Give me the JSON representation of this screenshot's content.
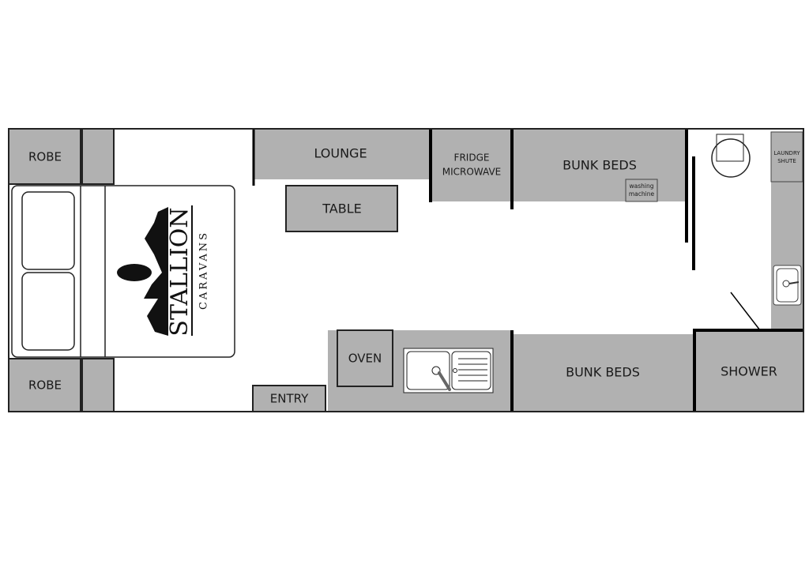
{
  "rooms": {
    "robe_top": "ROBE",
    "robe_bottom": "ROBE",
    "lounge": "LOUNGE",
    "table": "TABLE",
    "fridge_line1": "FRIDGE",
    "fridge_line2": "MICROWAVE",
    "bunk_beds_top": "BUNK BEDS",
    "washing_line1": "washing",
    "washing_line2": "machine",
    "laundry_line1": "LAUNDRY",
    "laundry_line2": "SHUTE",
    "oven": "OVEN",
    "entry": "ENTRY",
    "bunk_beds_bottom": "BUNK BEDS",
    "shower": "SHOWER"
  },
  "logo": {
    "name": "STALLION",
    "sub": "CARAVANS"
  },
  "colors": {
    "fill": "#b1b1b1",
    "wall": "#000000"
  }
}
